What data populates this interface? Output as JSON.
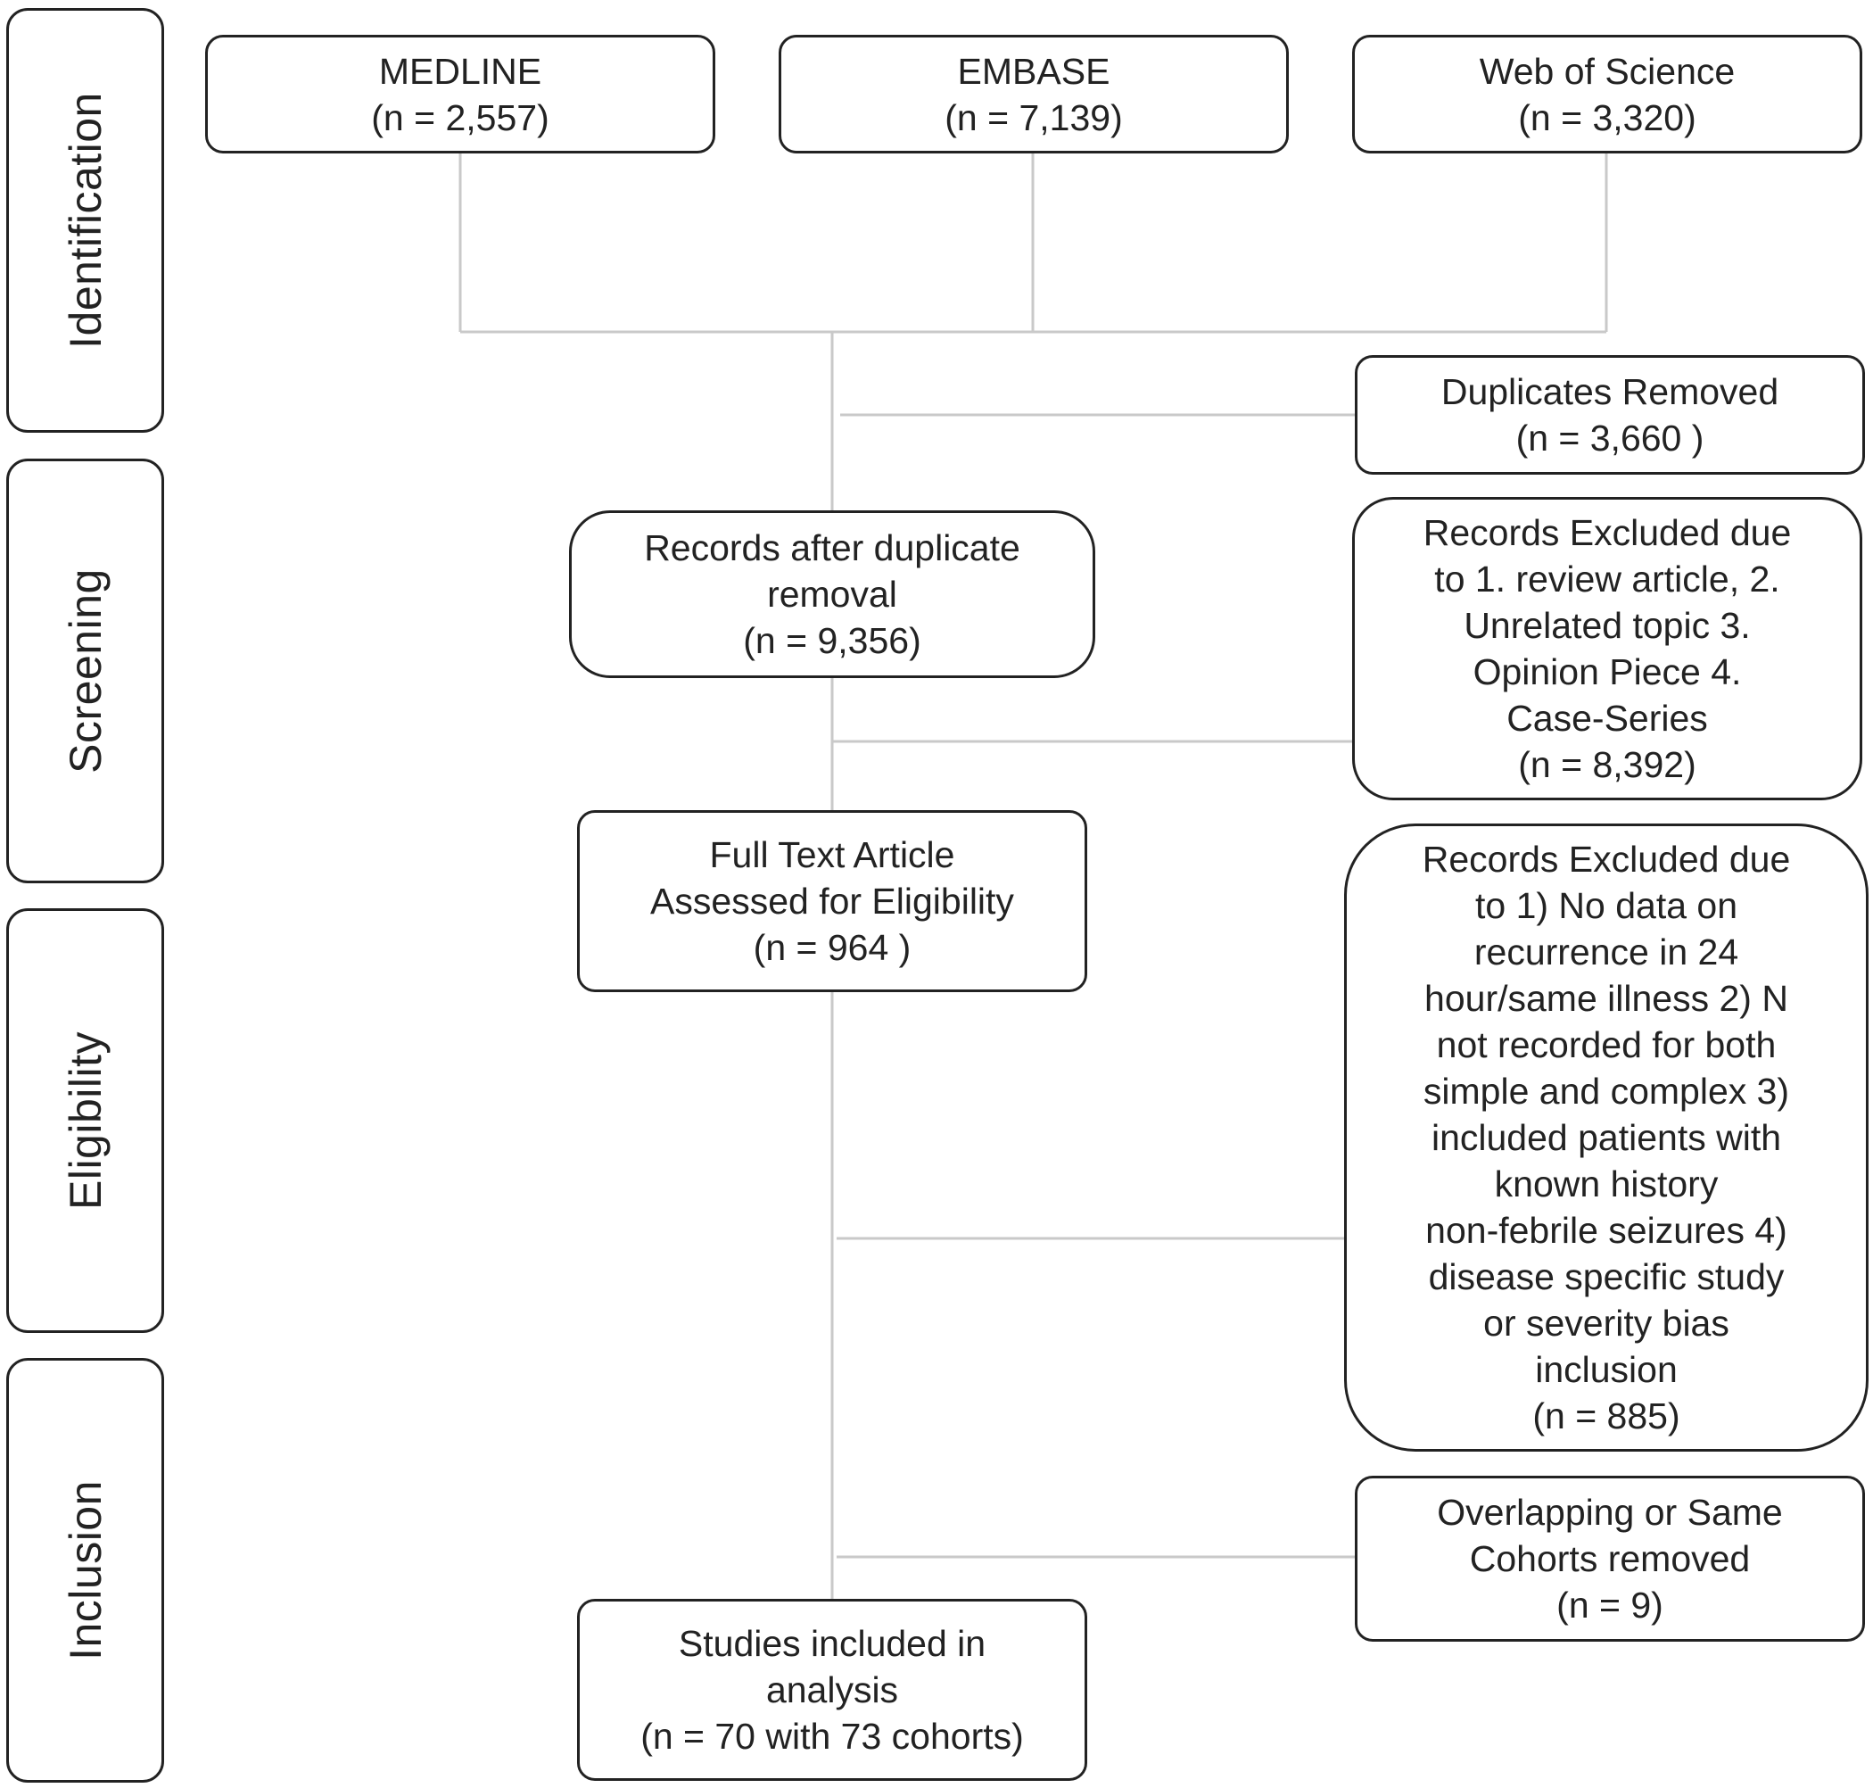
{
  "stages": {
    "identification": "Identification",
    "screening": "Screening",
    "eligibility": "Eligibility",
    "inclusion": "Inclusion"
  },
  "sources": {
    "medline": {
      "name": "MEDLINE",
      "count": "(n = 2,557)"
    },
    "embase": {
      "name": "EMBASE",
      "count": "(n = 7,139)"
    },
    "wos": {
      "name": "Web of Science",
      "count": "(n = 3,320)"
    }
  },
  "duplicates_removed": {
    "line1": "Duplicates Removed",
    "count": "(n = 3,660 )"
  },
  "records_after_duplicates": {
    "line1": "Records after duplicate",
    "line2": "removal",
    "count": "(n = 9,356)"
  },
  "records_excluded_screening": {
    "lines": [
      "Records Excluded due",
      "to 1. review article,  2.",
      "Unrelated topic 3.",
      "Opinion Piece 4.",
      "Case-Series"
    ],
    "count": "(n = 8,392)"
  },
  "full_text_assessed": {
    "line1": "Full Text Article",
    "line2": "Assessed for Eligibility",
    "count": "(n = 964 )"
  },
  "records_excluded_eligibility": {
    "lines": [
      "Records Excluded due",
      "to 1) No data on",
      "recurrence in 24",
      "hour/same illness 2) N",
      "not recorded for both",
      "simple and complex 3)",
      "included patients with",
      "known history",
      "non-febrile seizures 4)",
      "disease specific study",
      "or severity bias",
      "inclusion"
    ],
    "count": "(n = 885)"
  },
  "overlapping_removed": {
    "line1": "Overlapping or Same",
    "line2": "Cohorts removed",
    "count": "(n = 9)"
  },
  "studies_included": {
    "line1": "Studies included  in",
    "line2": "analysis",
    "count": "(n = 70 with 73 cohorts)"
  }
}
